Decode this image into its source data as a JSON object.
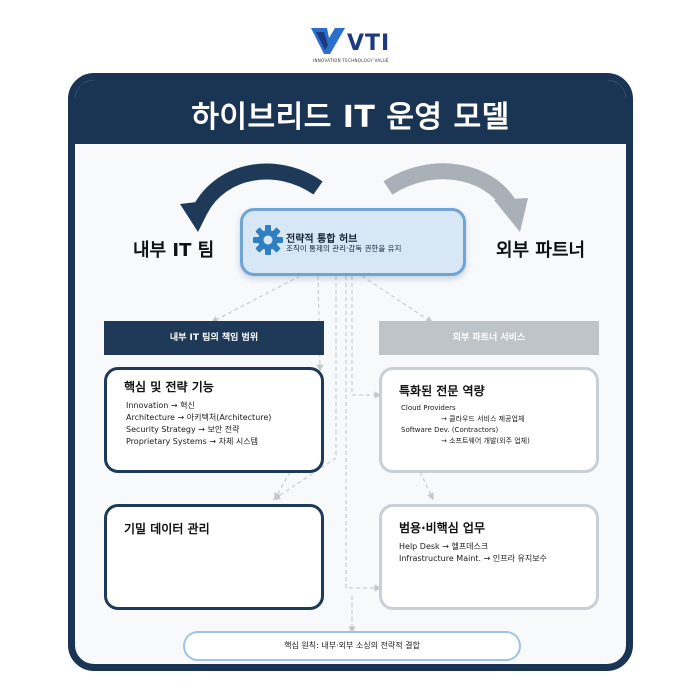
{
  "logo": {
    "text": "VTI",
    "tagline": "INNOVATION TECHNOLOGY VALUE"
  },
  "title": "하이브리드 IT 운영 모델",
  "left_party": "내부 IT 팀",
  "right_party": "외부 파트너",
  "hub": {
    "title": "전략적 통합 허브",
    "subtitle": "조직이 통제의 관리·감독 권한을 유지"
  },
  "left_header": "내부 IT 팀의 책임 범위",
  "right_header": "외부 파트너 서비스",
  "core_box": {
    "title": "핵심 및 전략 기능",
    "lines": [
      "Innovation → 혁신",
      "Architecture → 아키텍처(Architecture)",
      "Security Strategy → 보안 전략",
      "Proprietary Systems → 자체 시스템"
    ]
  },
  "data_box": {
    "title": "기밀 데이터 관리"
  },
  "special_box": {
    "title": "특화된 전문 역량",
    "lines": [
      "Cloud Providers",
      "→ 클라우드 서비스 제공업체",
      "Software Dev. (Contractors)",
      "→ 소프트웨어 개발(외주 업체)"
    ]
  },
  "general_box": {
    "title": "범용·비핵심 업무",
    "lines": [
      "Help Desk → 헬프데스크",
      "Infrastructure Maint. → 인프라 유지보수"
    ]
  },
  "footer": "핵심 원칙: 내부·외부 소싱의 전략적 결합",
  "colors": {
    "navy": "#1a3453",
    "hub_fill": "#d7e7f5",
    "hub_border": "#6ea5d6",
    "gear": "#2f7fc1",
    "gray_header": "#bfc4c9"
  },
  "icons": [
    "gear-icon",
    "curved-arrow-left-icon",
    "curved-arrow-right-icon"
  ]
}
